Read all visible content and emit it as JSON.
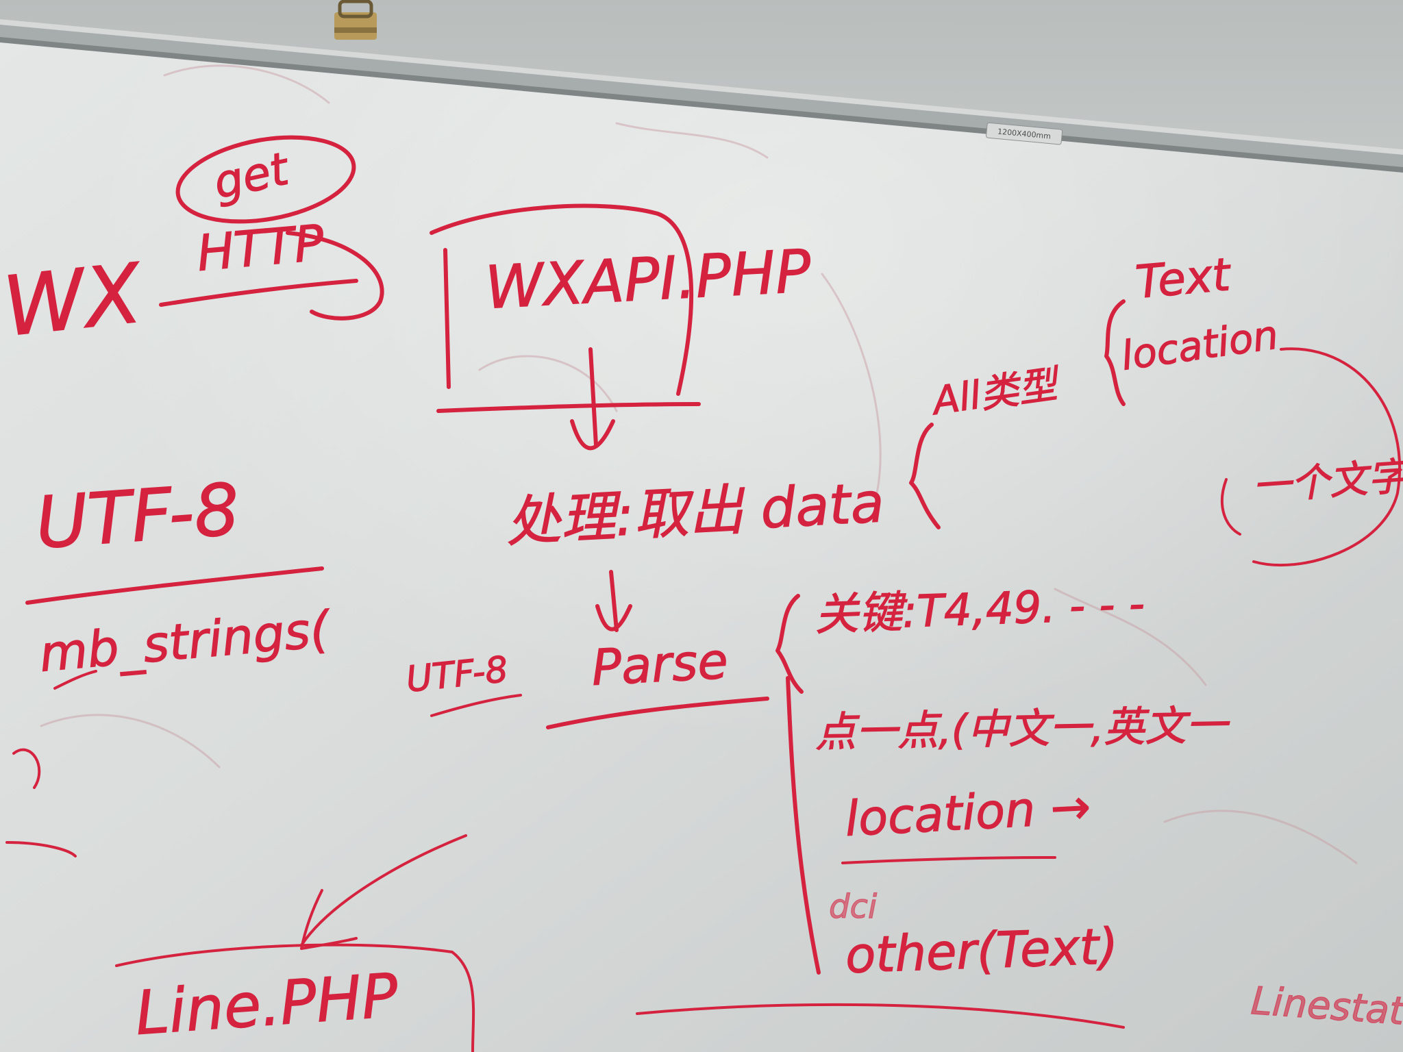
{
  "board": {
    "size_label": "1200X400mm"
  },
  "notes": {
    "wx": "WX",
    "get": "get",
    "http": "HTTP",
    "wxapi": "WXAPI.PHP",
    "utf8": "UTF-8",
    "mb_strings": "mb_strings(",
    "utf8_small": "UTF-8",
    "data_line": "处理:取出 data",
    "parse": "Parse",
    "all_types": "All类型",
    "text": "Text",
    "location": "location",
    "one_char": "一个文字",
    "keywords": "关键:T4,49. - - -",
    "point": "点一点,(中文一,英文一",
    "location2": "location →",
    "dci": "dci",
    "other": "other(Text)",
    "line_php": "Line.PHP",
    "line_stat": "Linestat"
  },
  "colors": {
    "marker": "#d4223f",
    "board": "#dfe2e1",
    "rail": "#9a9f9f"
  }
}
